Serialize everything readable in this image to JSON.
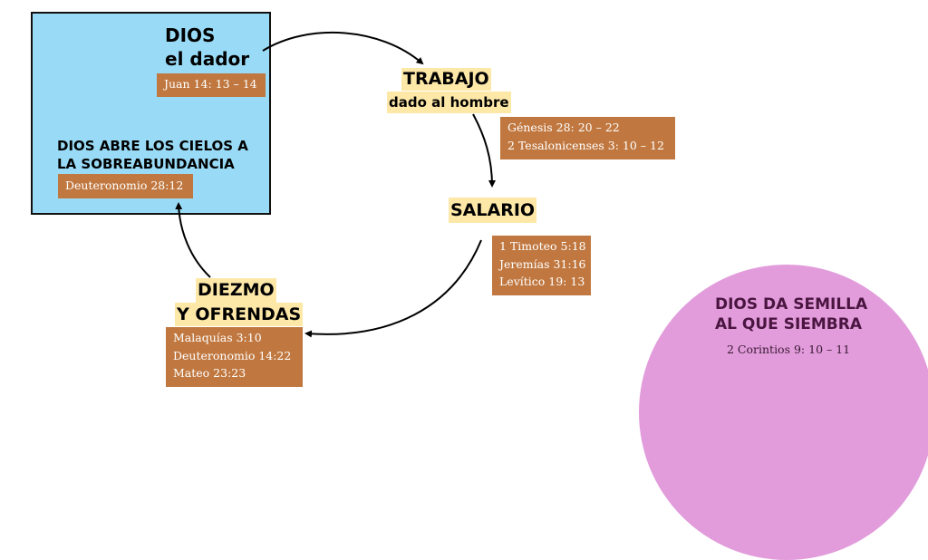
{
  "giver": {
    "title": "DIOS",
    "subtitle": "el dador",
    "ref": "Juan 14: 13 – 14"
  },
  "heavens": {
    "title_line1": "DIOS ABRE LOS CIELOS A",
    "title_line2": "LA SOBREABUNDANCIA",
    "ref": "Deuteronomio 28:12"
  },
  "work": {
    "title": "TRABAJO",
    "subtitle": "dado al hombre",
    "refs": [
      "Génesis 28: 20 – 22",
      "2 Tesalonicenses 3: 10 – 12"
    ]
  },
  "salary": {
    "title": "SALARIO",
    "refs": [
      "1 Timoteo 5:18",
      "Jeremías 31:16",
      "Levítico 19: 13"
    ]
  },
  "tithe": {
    "title_line1": "DIEZMO",
    "title_line2": "Y OFRENDAS",
    "refs": [
      "Malaquías 3:10",
      "Deuteronomio 14:22",
      "Mateo 23:23"
    ]
  },
  "seed": {
    "title_line1": "DIOS DA SEMILLA",
    "title_line2": "AL QUE SIEMBRA",
    "ref": "2 Corintios 9: 10 – 11"
  },
  "colors": {
    "blue": "#99dbf6",
    "brown": "#c07840",
    "highlight": "#fde8a8",
    "pink": "#e29cdb",
    "purple": "#4a1540"
  }
}
